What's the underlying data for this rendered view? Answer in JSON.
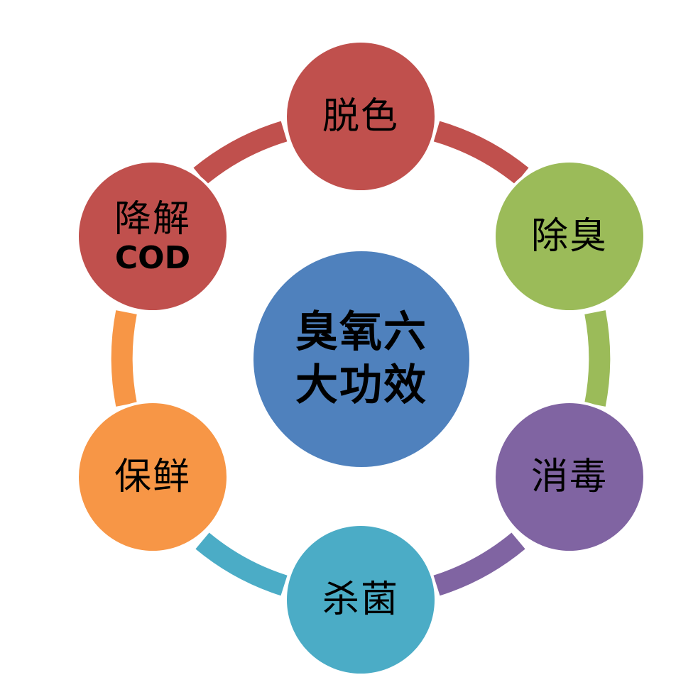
{
  "diagram": {
    "type": "radial-cycle",
    "center": {
      "line1": "臭氧六",
      "line2": "大功效",
      "color": "#4f81bd"
    },
    "nodes": [
      {
        "id": "top",
        "label": "脱色",
        "sub": "",
        "color": "#c0504d"
      },
      {
        "id": "upper-right",
        "label": "除臭",
        "sub": "",
        "color": "#9bbb59"
      },
      {
        "id": "lower-right",
        "label": "消毒",
        "sub": "",
        "color": "#8064a2"
      },
      {
        "id": "bottom",
        "label": "杀菌",
        "sub": "",
        "color": "#4bacc6"
      },
      {
        "id": "lower-left",
        "label": "保鲜",
        "sub": "",
        "color": "#f79646"
      },
      {
        "id": "upper-left",
        "label": "降解",
        "sub": "COD",
        "color": "#c0504d"
      }
    ],
    "connector_colors": [
      "#c0504d",
      "#9bbb59",
      "#8064a2",
      "#4bacc6",
      "#f79646",
      "#c0504d"
    ]
  }
}
